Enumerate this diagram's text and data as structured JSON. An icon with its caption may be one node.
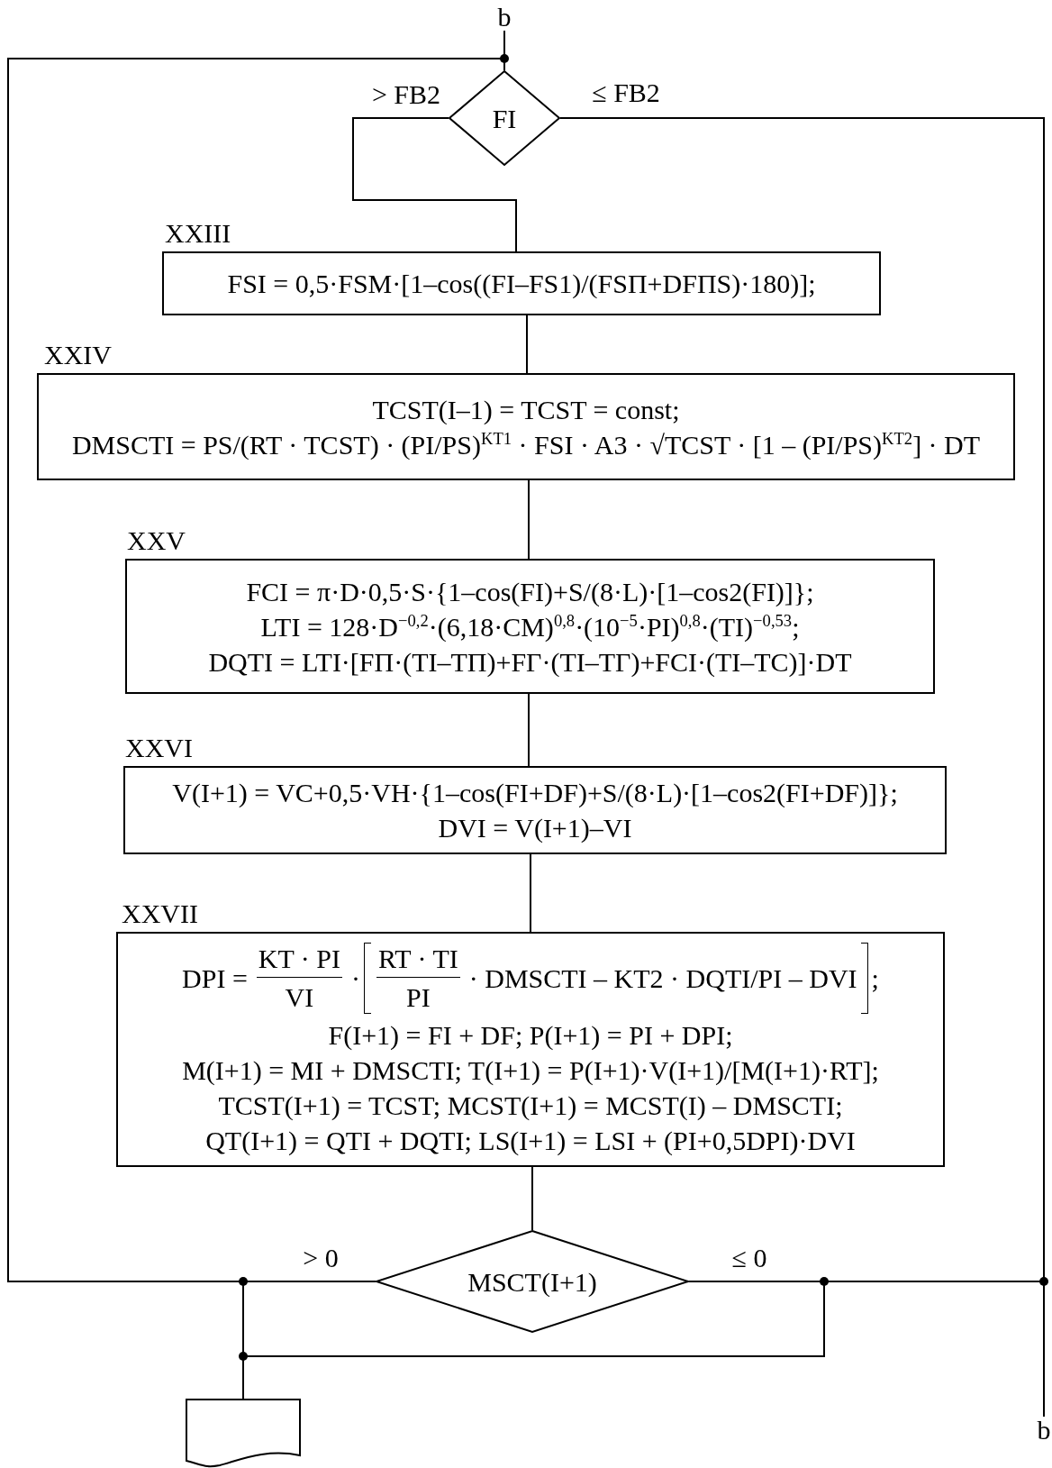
{
  "diagram": {
    "nodes": [
      {
        "text": [
          "b"
        ]
      },
      {
        "text": [
          "FI"
        ]
      },
      {
        "text": [
          "XXIII",
          "FSI = 0,5·FSM·[1–cos((FI–FS1)/(FSП+DFПS)·180)];"
        ]
      },
      {
        "text": [
          "XXIV",
          "TCST(I–1) = TCST = const;",
          "DMSCTI = PS/(RT · TCST) · (PI/PS)$^{KT1}$ · FSI · A3 · √TCST · [1 – (PI/PS)$^{KT2}$] · DT"
        ]
      },
      {
        "text": [
          "XXV",
          "FCI = π·D·0,5·S·{1–cos(FI)+S/(8·L)·[1–cos2(FI)]};",
          "LTI = 128·D$^{−0,2}$·(6,18·CM)$^{0,8}$·(10$^{−5}$·PI)$^{0,8}$·(TI)$^{−0,53}$;",
          "DQTI = LTI·[FП·(TI–TП)+FГ·(TI–TГ)+FCI·(TI–TC)]·DT"
        ]
      },
      {
        "text": [
          "XXVI",
          "V(I+1) = VC+0,5·VH·{1–cos(FI+DF)+S/(8·L)·[1–cos2(FI+DF)]};",
          "DVI = V(I+1)–VI"
        ]
      },
      {
        "text": [
          "XXVII",
          "DPI =",
          "KT · PI",
          "VI",
          "·",
          "RT · TI",
          "PI",
          "· DMSCTI – KT2 · DQTI/PI – DVI",
          ";",
          "F(I+1) = FI + DF; P(I+1) = PI + DPI;",
          "M(I+1) = MI + DMSCTI; T(I+1) = P(I+1)·V(I+1)/[M(I+1)·RT];",
          "TCST(I+1) = TCST; MCST(I+1) = MCST(I) – DMSCTI;",
          "QT(I+1) = QTI + DQTI; LS(I+1) = LSI + (PI+0,5DPI)·DVI"
        ]
      },
      {
        "text": [
          "MSCT(I+1)"
        ]
      },
      {
        "text": [],
        "shape": "document"
      },
      {
        "text": [
          "b"
        ]
      }
    ],
    "edges": [
      {
        "from": 0,
        "to": 1,
        "arrow": "none"
      },
      {
        "from": 1,
        "to": 2,
        "arrow": "none",
        "label": "> FB2"
      },
      {
        "from": 1,
        "to": 9,
        "arrow": "none",
        "label": "≤ FB2"
      },
      {
        "from": 2,
        "to": 3,
        "arrow": "none"
      },
      {
        "from": 3,
        "to": 4,
        "arrow": "none"
      },
      {
        "from": 4,
        "to": 5,
        "arrow": "none"
      },
      {
        "from": 5,
        "to": 6,
        "arrow": "none"
      },
      {
        "from": 6,
        "to": 7,
        "arrow": "none"
      },
      {
        "from": 7,
        "to": 1,
        "arrow": "none",
        "label": "> 0"
      },
      {
        "from": 7,
        "to": 8,
        "arrow": "none"
      },
      {
        "from": 7,
        "to": 9,
        "arrow": "none",
        "label": "≤ 0"
      },
      {
        "from": 7,
        "to": 8,
        "arrow": "none"
      }
    ]
  }
}
